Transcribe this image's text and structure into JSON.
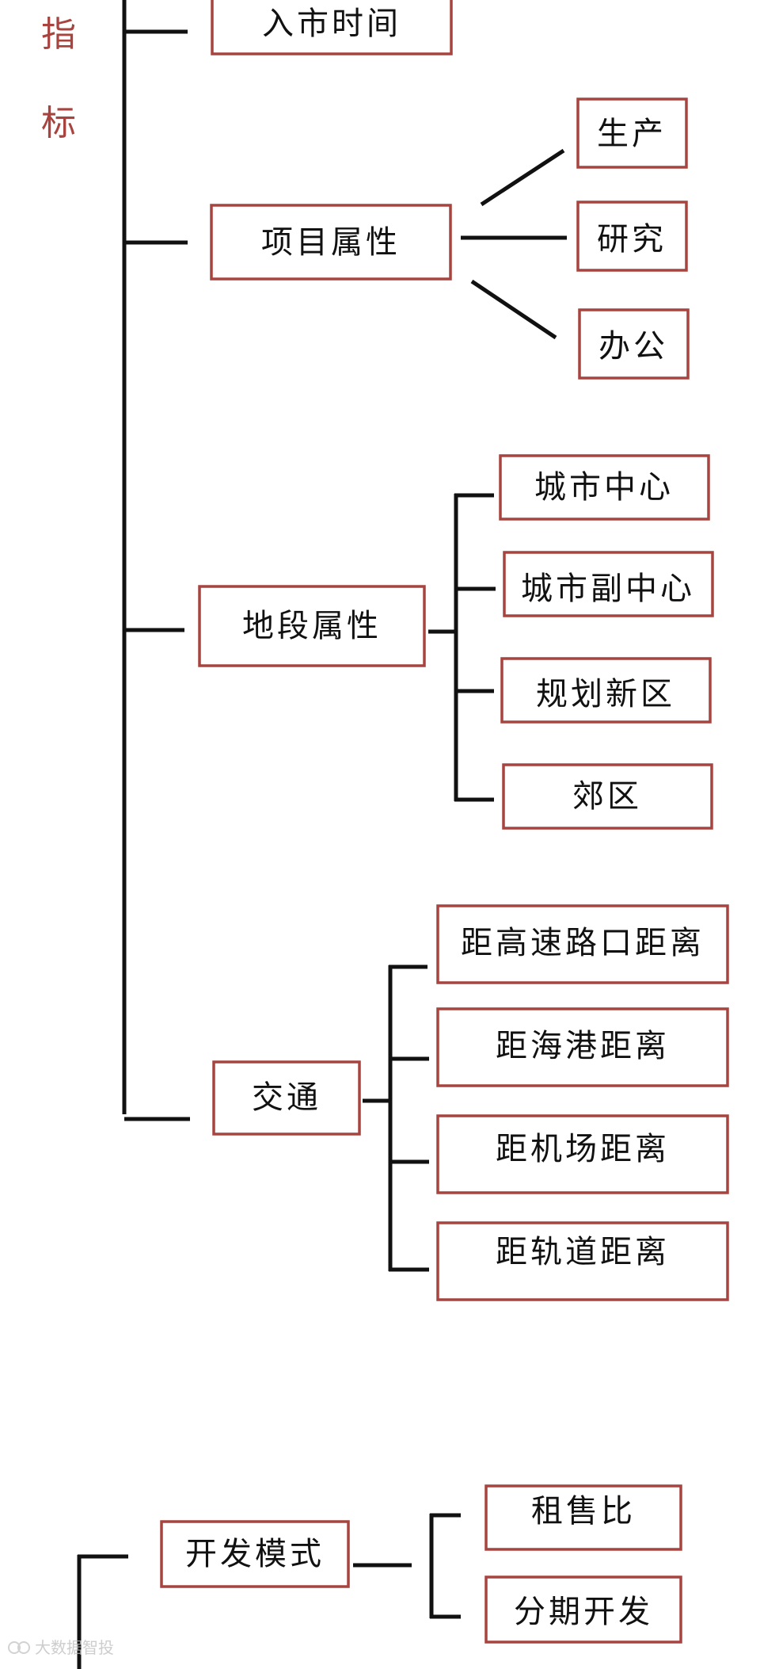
{
  "side_labels": [
    "指",
    "标"
  ],
  "nodes": {
    "entry_time": "入市时间",
    "project_attr": "项目属性",
    "production": "生产",
    "research": "研究",
    "office": "办公",
    "location_attr": "地段属性",
    "city_center": "城市中心",
    "city_subcenter": "城市副中心",
    "planned_new_district": "规划新区",
    "suburb": "郊区",
    "transport": "交通",
    "dist_highway": "距高速路口距离",
    "dist_seaport": "距海港距离",
    "dist_airport": "距机场距离",
    "dist_rail": "距轨道距离",
    "dev_mode": "开发模式",
    "rent_sale_ratio": "租售比",
    "phased_dev": "分期开发"
  },
  "watermark": "大数据智投",
  "colors": {
    "box_border": "#a7443f",
    "side_label": "#a7443f",
    "line": "#111111",
    "text": "#111111"
  }
}
